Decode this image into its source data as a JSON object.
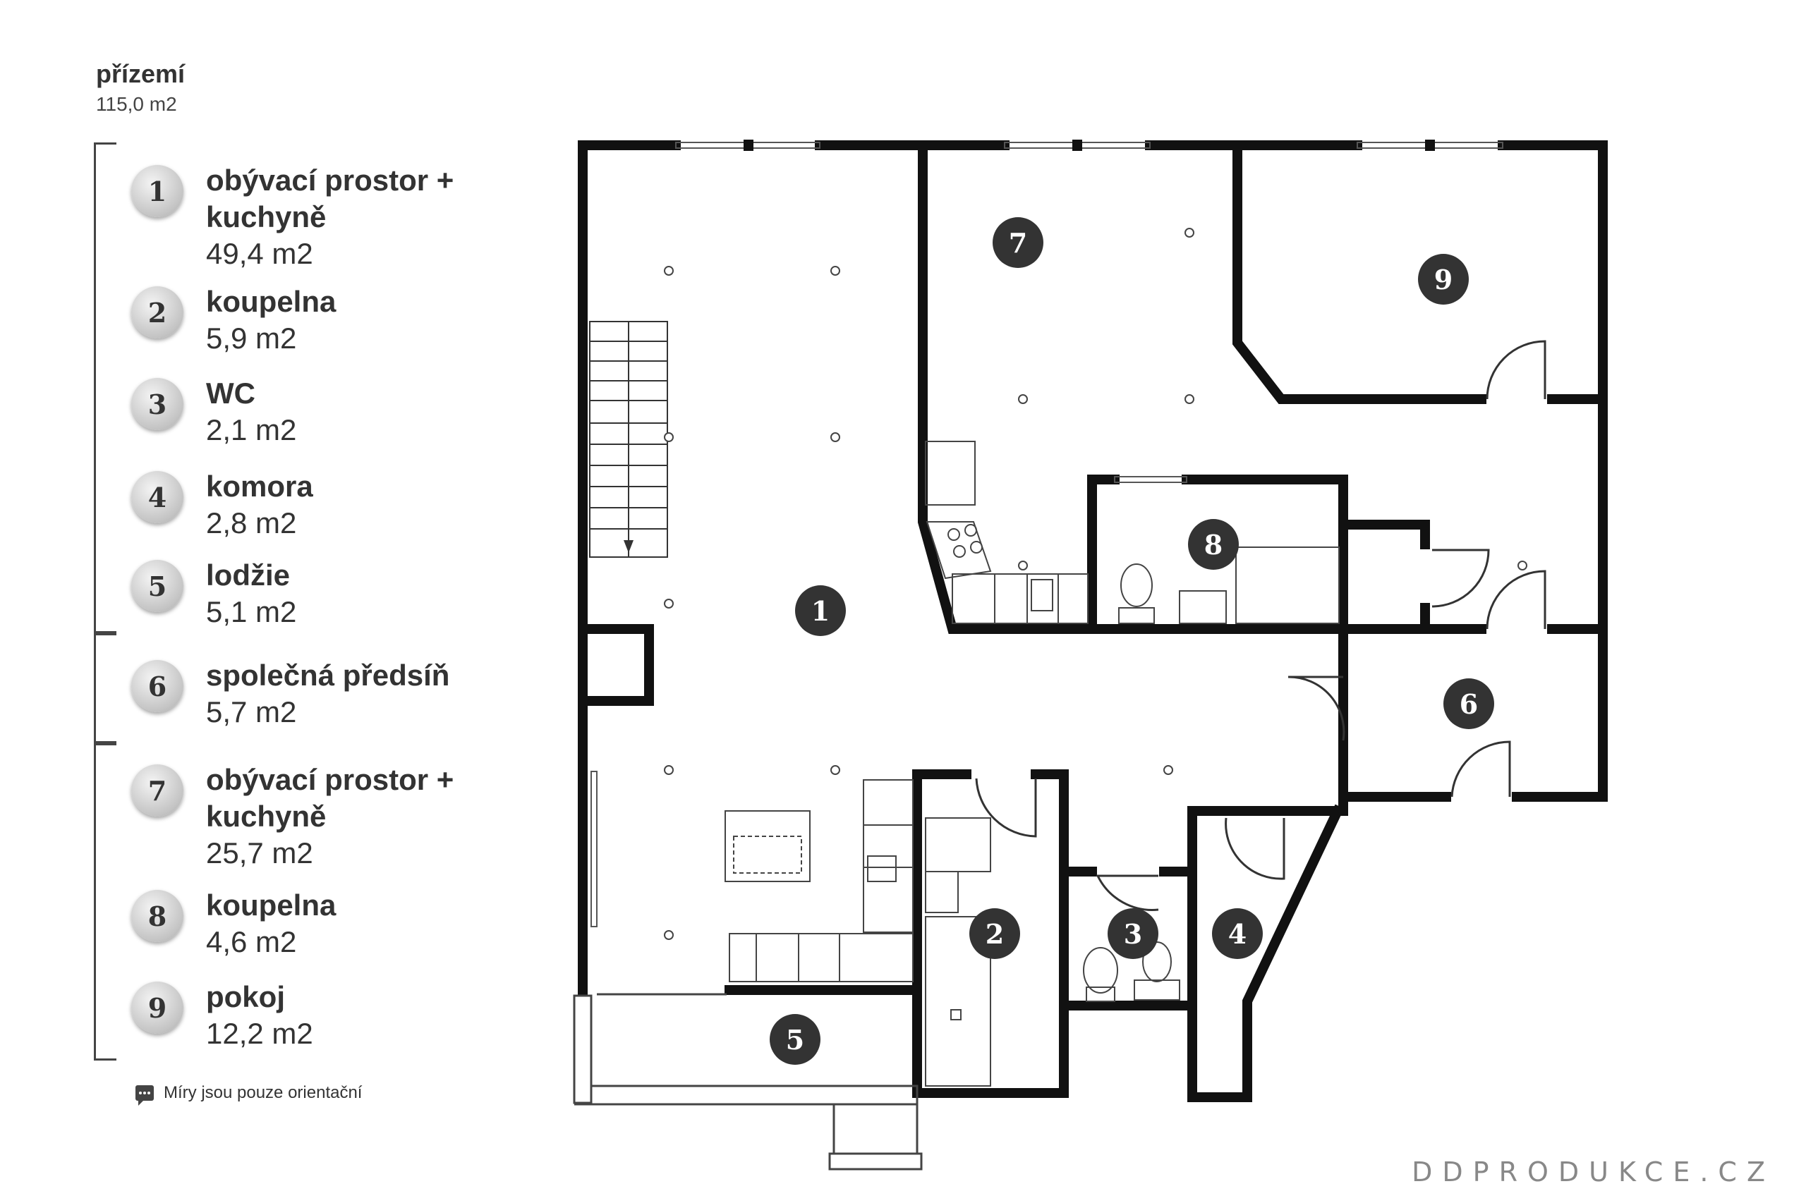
{
  "floor": {
    "title": "přízemí",
    "area": "115,0 m2"
  },
  "rooms": [
    {
      "num": "1",
      "name": "obývací prostor +",
      "name2": "kuchyně",
      "area": "49,4 m2"
    },
    {
      "num": "2",
      "name": "koupelna",
      "name2": "",
      "area": "5,9 m2"
    },
    {
      "num": "3",
      "name": "WC",
      "name2": "",
      "area": "2,1 m2"
    },
    {
      "num": "4",
      "name": "komora",
      "name2": "",
      "area": "2,8 m2"
    },
    {
      "num": "5",
      "name": "lodžie",
      "name2": "",
      "area": "5,1 m2"
    },
    {
      "num": "6",
      "name": "společná předsíň",
      "name2": "",
      "area": "5,7 m2"
    },
    {
      "num": "7",
      "name": "obývací prostor +",
      "name2": "kuchyně",
      "area": "25,7 m2"
    },
    {
      "num": "8",
      "name": "koupelna",
      "name2": "",
      "area": "4,6 m2"
    },
    {
      "num": "9",
      "name": "pokoj",
      "name2": "",
      "area": "12,2 m2"
    }
  ],
  "note": {
    "icon": "comment-icon",
    "text": "Míry jsou pouze orientační"
  },
  "brand": "DDPRODUKCE.CZ",
  "colors": {
    "wall": "#111111",
    "badge_dark": "#333333",
    "badge_light": "#d0d0d0",
    "text": "#333333"
  }
}
